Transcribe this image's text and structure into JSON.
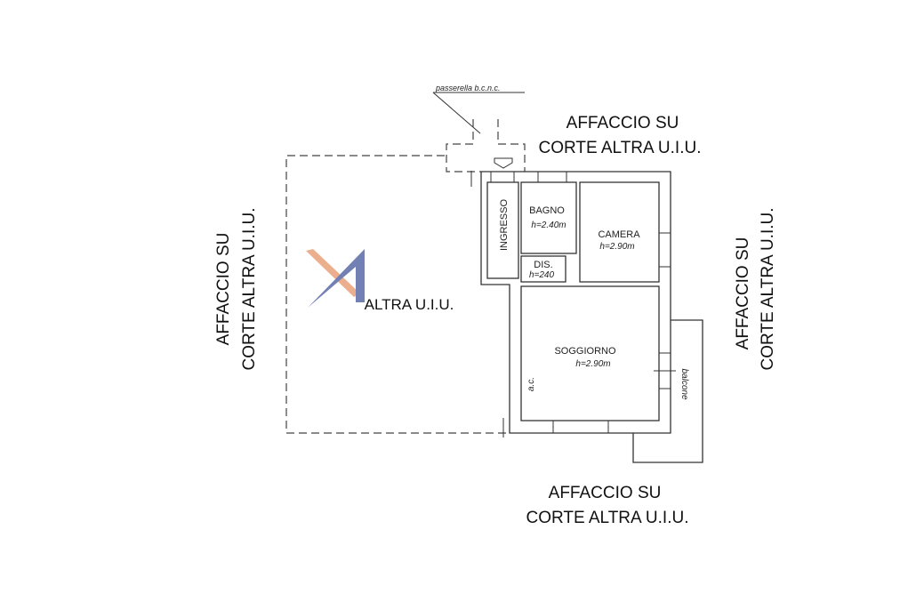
{
  "plan": {
    "passage_note": "passerella b.c.n.c.",
    "exposures": {
      "top": [
        "AFFACCIO SU",
        "CORTE ALTRA U.I.U."
      ],
      "left": [
        "AFFACCIO SU",
        "CORTE ALTRA U.I.U."
      ],
      "right": [
        "AFFACCIO SU",
        "CORTE ALTRA U.I.U."
      ],
      "bottom": [
        "AFFACCIO SU",
        "CORTE ALTRA U.I.U."
      ]
    },
    "neighbor_label": "ALTRA U.I.U.",
    "rooms": {
      "ingresso": {
        "name": "INGRESSO"
      },
      "bagno": {
        "name": "BAGNO",
        "height": "h=2.40m"
      },
      "camera": {
        "name": "CAMERA",
        "height": "h=2.90m"
      },
      "dis": {
        "name": "DIS.",
        "height": "h=240"
      },
      "soggiorno": {
        "name": "SOGGIORNO",
        "height": "h=2.90m"
      },
      "balcone": {
        "name": "balcone"
      }
    },
    "ac_note": "a.c."
  },
  "colors": {
    "logo_blue": "#5b6aa8",
    "logo_orange": "#e8a27a"
  }
}
